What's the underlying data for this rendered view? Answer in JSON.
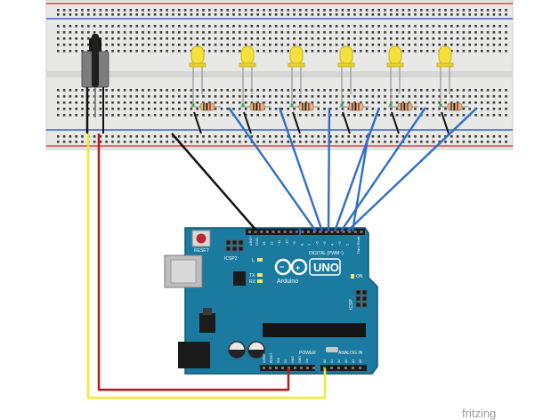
{
  "board": {
    "reset_label": "RESET",
    "icsp2_label": "ICSP2",
    "icsp_label": "ICSP",
    "brand": "Arduino",
    "model": "UNO",
    "digital_label": "DIGITAL (PWM~)",
    "power_label": "POWER",
    "analog_label": "ANALOG IN",
    "on_label": "ON",
    "l_label": "L",
    "tx_label": "TX",
    "rx_label": "RX",
    "aref_label": "AREF",
    "gnd_label": "GND",
    "txrx_label": "TX▸1 RX◂0",
    "digital_pins": [
      "13",
      "12",
      "~11",
      "~10",
      "~9",
      "8",
      "7",
      "~6",
      "~5",
      "4",
      "~3",
      "2"
    ],
    "power_pins": [
      "IOREF",
      "RESET",
      "3V3",
      "5V",
      "GND",
      "GND",
      "Vin"
    ],
    "analog_pins": [
      "A0",
      "A1",
      "A2",
      "A3",
      "A4",
      "A5"
    ]
  },
  "footer": {
    "watermark": "fritzing"
  },
  "colors": {
    "board": "#1b7aa0",
    "breadboard": "#e8e8e6",
    "led": "#f4e03a",
    "wire_blue": "#2f6fc6",
    "wire_red": "#b81c1c",
    "wire_yellow": "#f2ea2c",
    "wire_black": "#111111",
    "rail_red": "#e04040",
    "rail_blue": "#3b62c8"
  }
}
